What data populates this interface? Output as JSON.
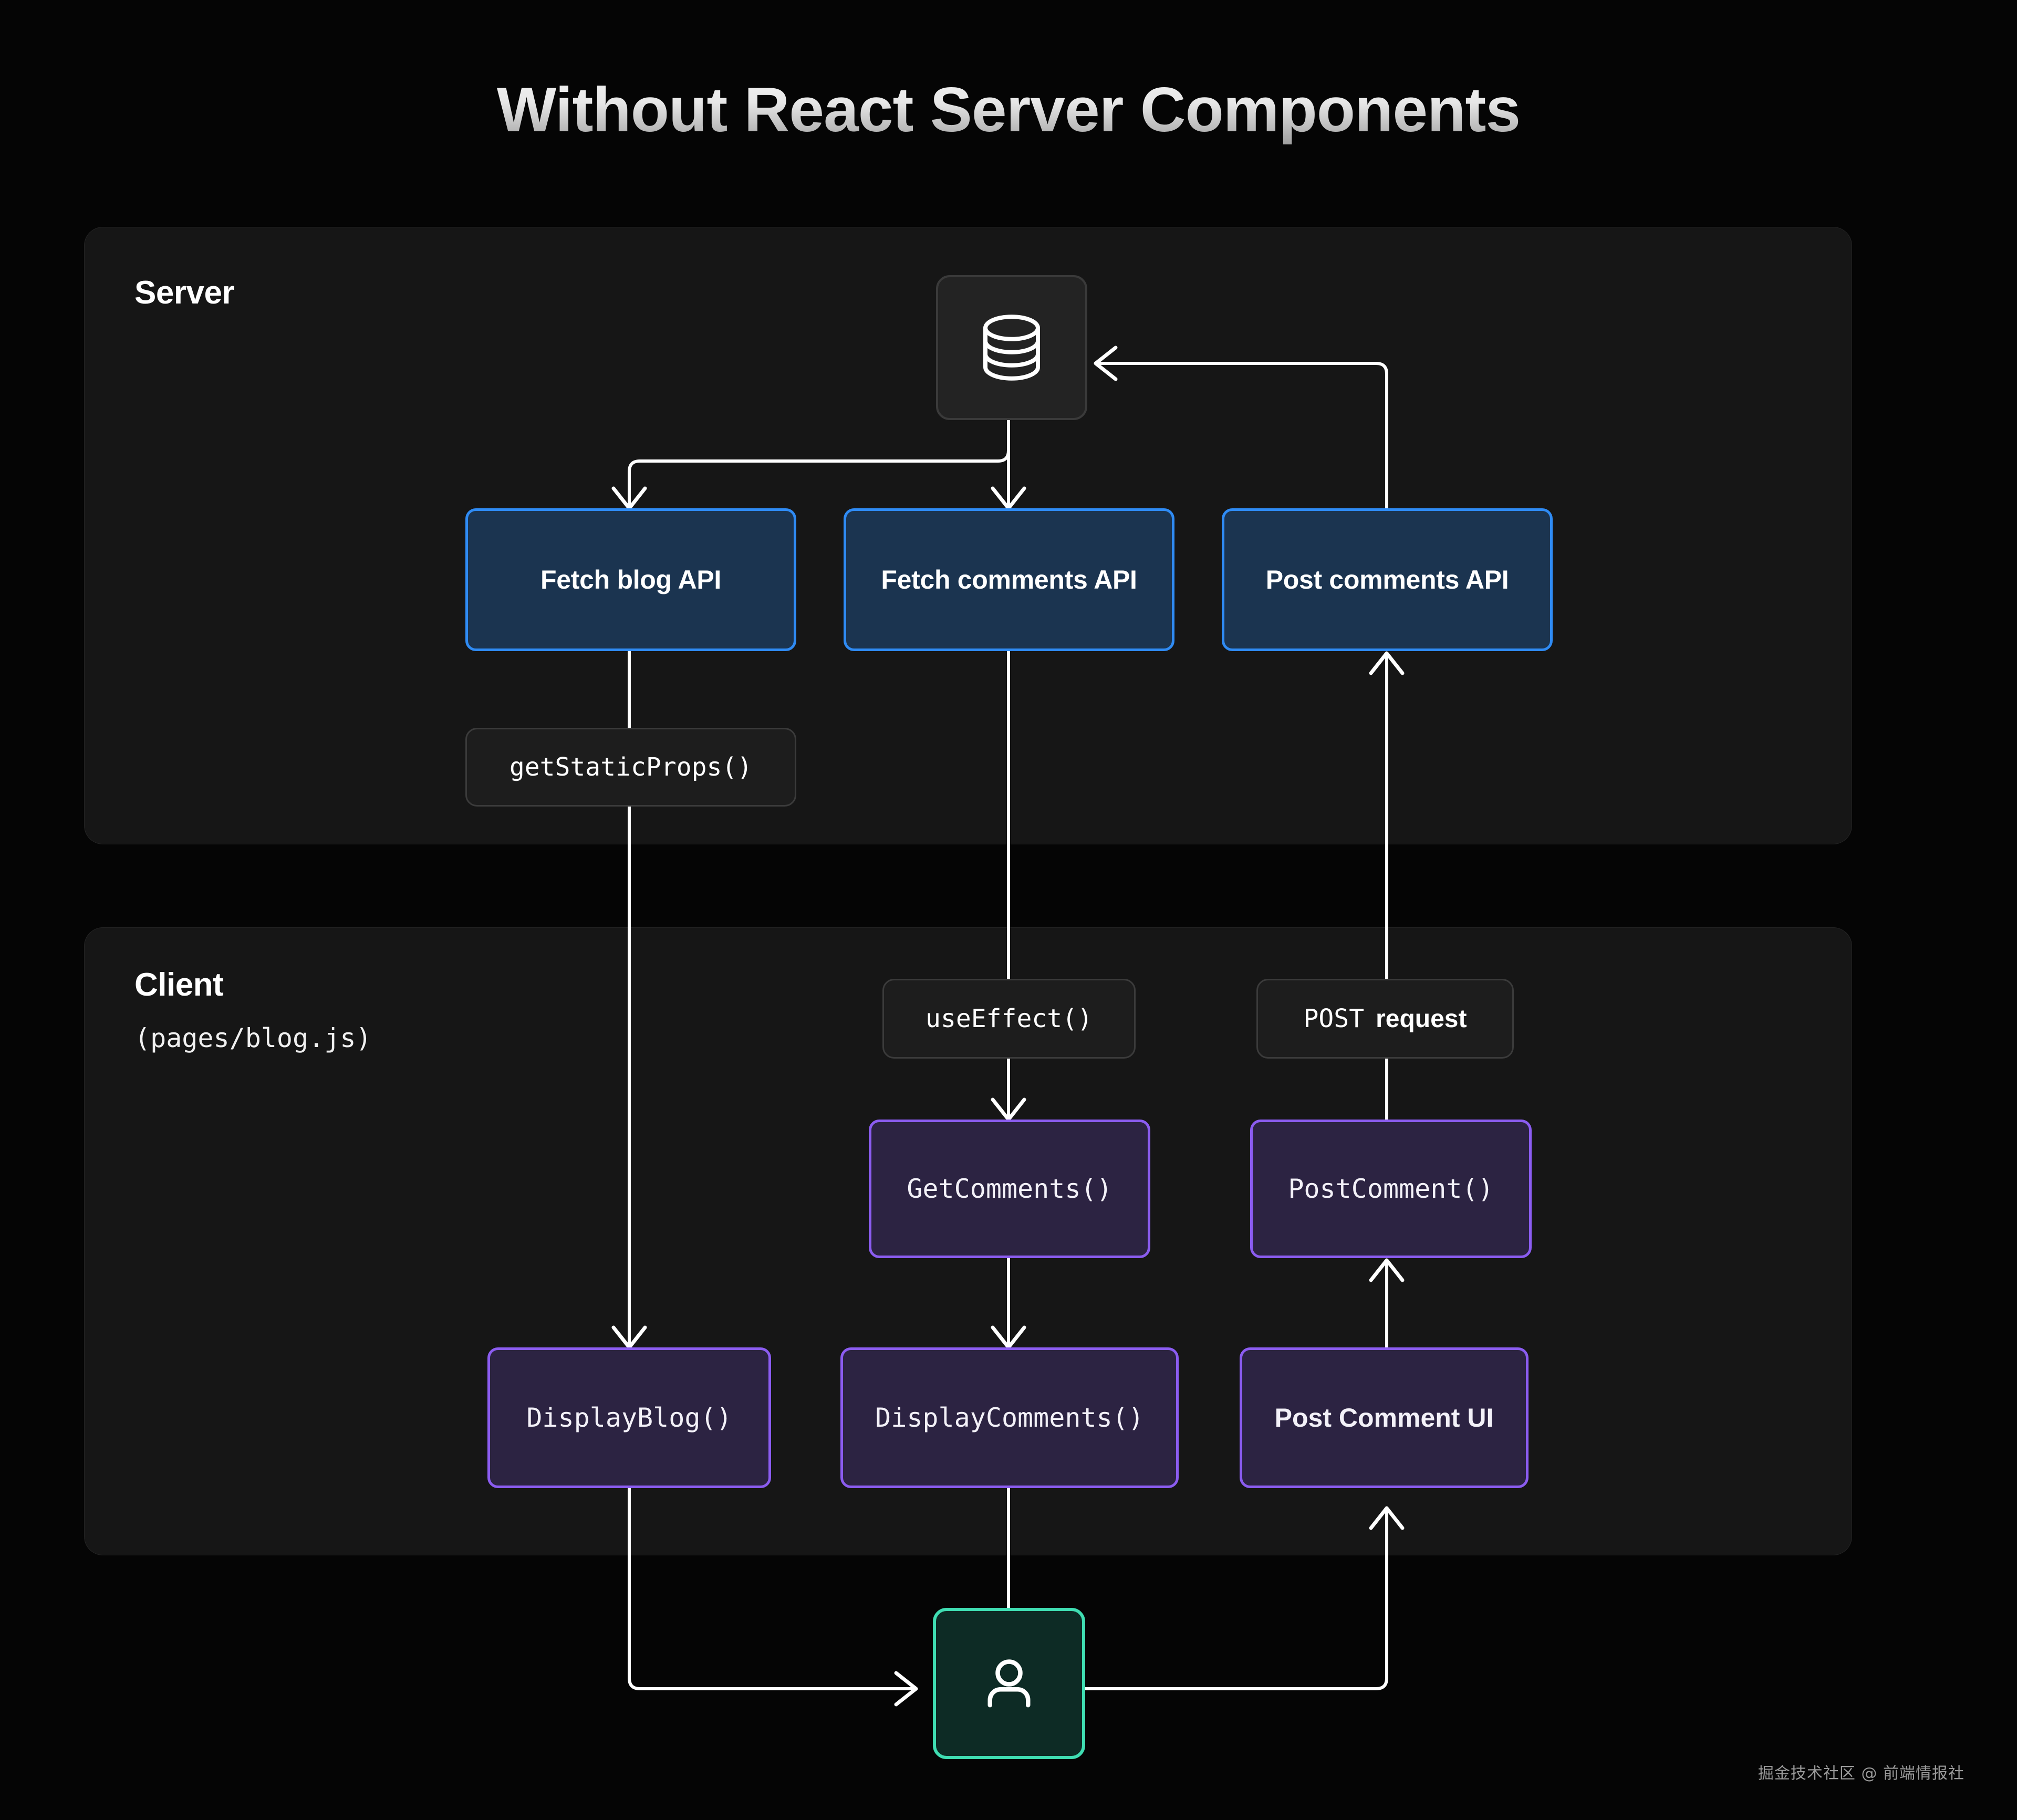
{
  "title": "Without React Server Components",
  "panels": {
    "server": {
      "label": "Server"
    },
    "client": {
      "label": "Client",
      "sublabel": "(pages/blog.js)"
    }
  },
  "icons": {
    "database": "database-icon",
    "user": "user-icon"
  },
  "server_nodes": [
    {
      "id": "fetch-blog-api",
      "label": "Fetch blog API",
      "type": "api",
      "color": "#2f8bf4"
    },
    {
      "id": "fetch-comments-api",
      "label": "Fetch  comments API",
      "type": "api",
      "color": "#2f8bf4"
    },
    {
      "id": "post-comments-api",
      "label": "Post comments API",
      "type": "api",
      "color": "#2f8bf4"
    }
  ],
  "server_pills": [
    {
      "id": "get-static-props",
      "label": "getStaticProps()"
    }
  ],
  "client_pills": [
    {
      "id": "use-effect",
      "label": "useEffect()"
    },
    {
      "id": "post-request",
      "label_mono": "POST",
      "label_bold": "request"
    }
  ],
  "client_nodes": [
    {
      "id": "get-comments",
      "label": "GetComments()",
      "type": "component",
      "color": "#8b5cf0"
    },
    {
      "id": "post-comment",
      "label": "PostComment()",
      "type": "component",
      "color": "#8b5cf0"
    },
    {
      "id": "display-blog",
      "label": "DisplayBlog()",
      "type": "component",
      "color": "#8b5cf0"
    },
    {
      "id": "display-comments",
      "label": "DisplayComments()",
      "type": "component",
      "color": "#8b5cf0"
    },
    {
      "id": "post-comment-ui",
      "label": "Post Comment UI",
      "type": "component",
      "color": "#8b5cf0"
    }
  ],
  "colors": {
    "background": "#050505",
    "panel": "#161616",
    "api_border": "#2f8bf4",
    "api_fill": "#1b3450",
    "component_border": "#8b5cf0",
    "component_fill": "#2c2342",
    "user_border": "#3fddb2",
    "user_fill": "#0d2b25",
    "wire": "#ffffff"
  },
  "watermark": "掘金技术社区 @ 前端情报社"
}
